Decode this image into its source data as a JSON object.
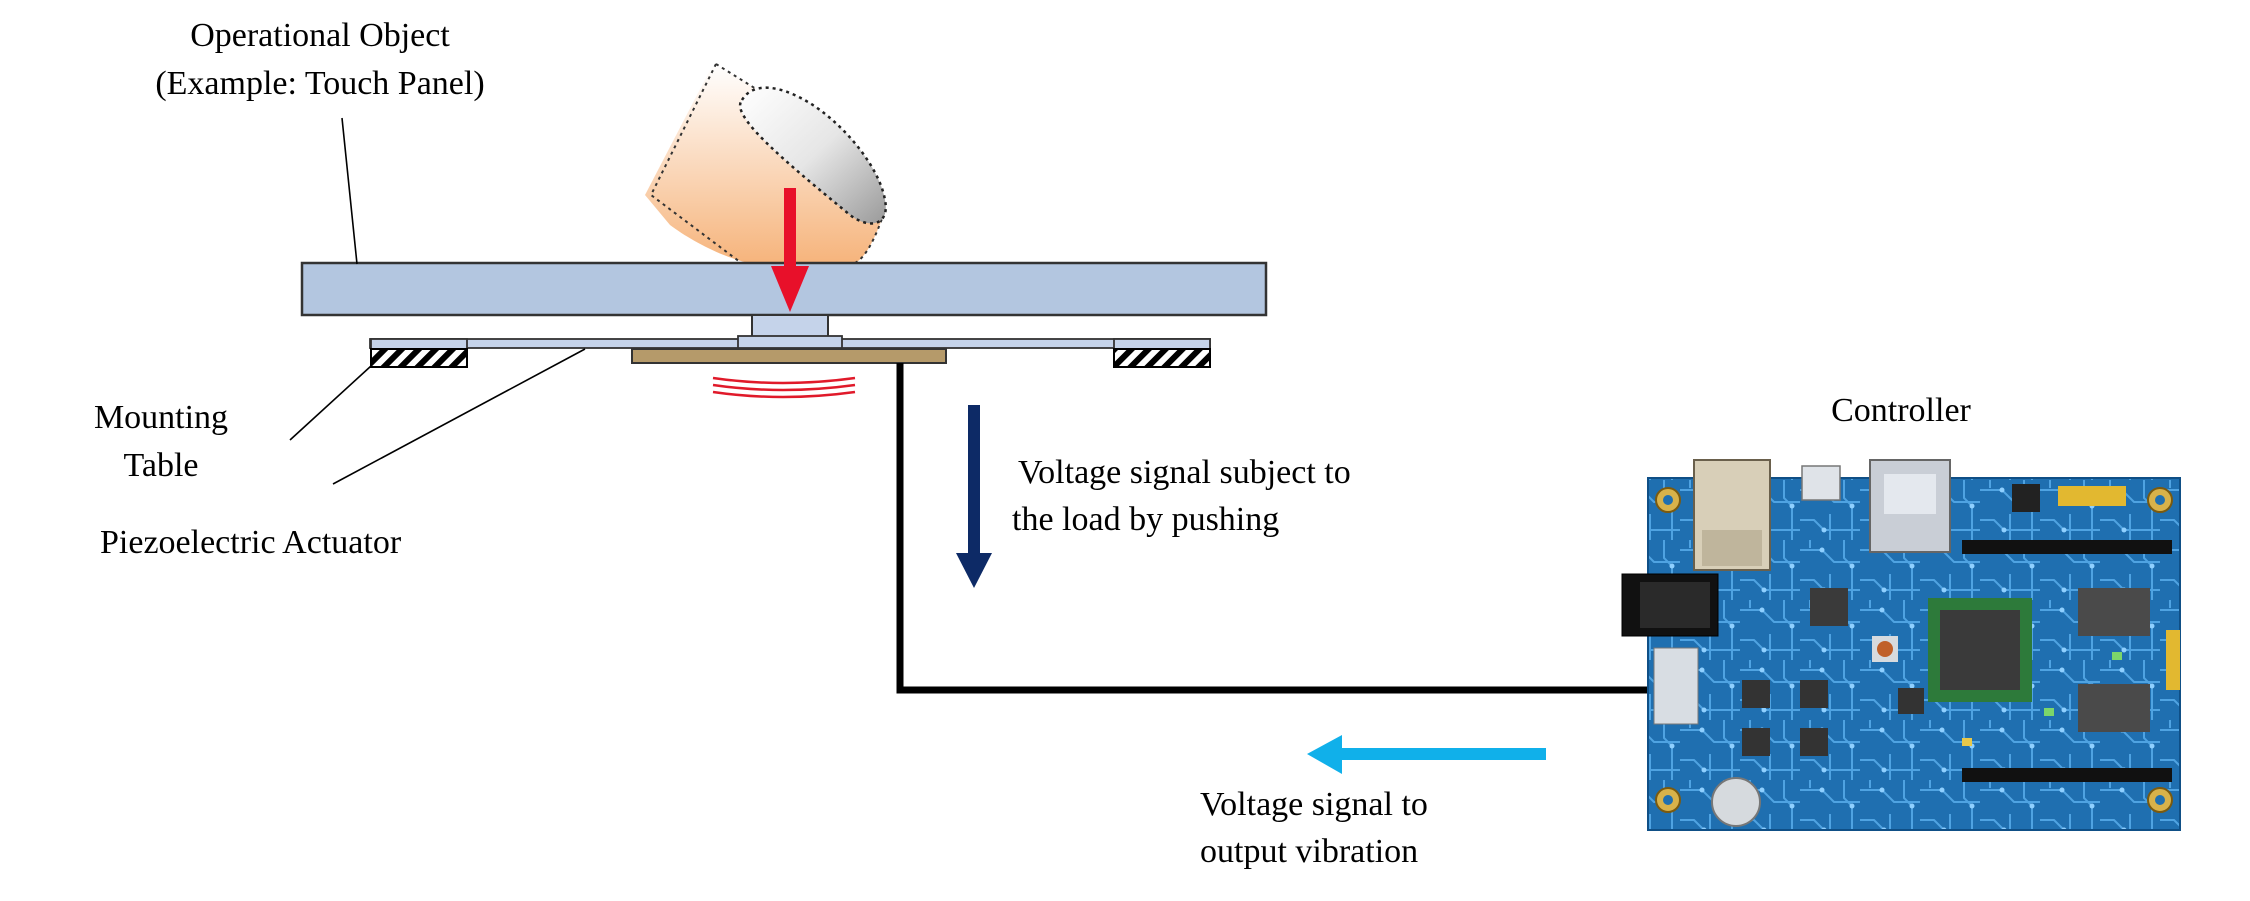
{
  "labels": {
    "object_line1": "Operational Object",
    "object_line2": "(Example: Touch Panel)",
    "mount_line1": "Mounting",
    "mount_line2": "Table",
    "piezo": "Piezoelectric Actuator",
    "controller": "Controller",
    "push_line1": "Voltage signal subject to",
    "push_line2": "the load by pushing",
    "vib_line1": "Voltage signal to",
    "vib_line2": "output vibration"
  },
  "colors": {
    "panel": "#b3c6e0",
    "actuator": "#b59a6a",
    "press_arrow": "#e8102a",
    "push_arrow": "#0d2a66",
    "vibration_arrow": "#10b0ea",
    "board": "#1f6fb0",
    "vibration_waves": "#e01a2a"
  },
  "icons": {
    "finger": "finger-icon",
    "board": "controller-board-icon"
  }
}
